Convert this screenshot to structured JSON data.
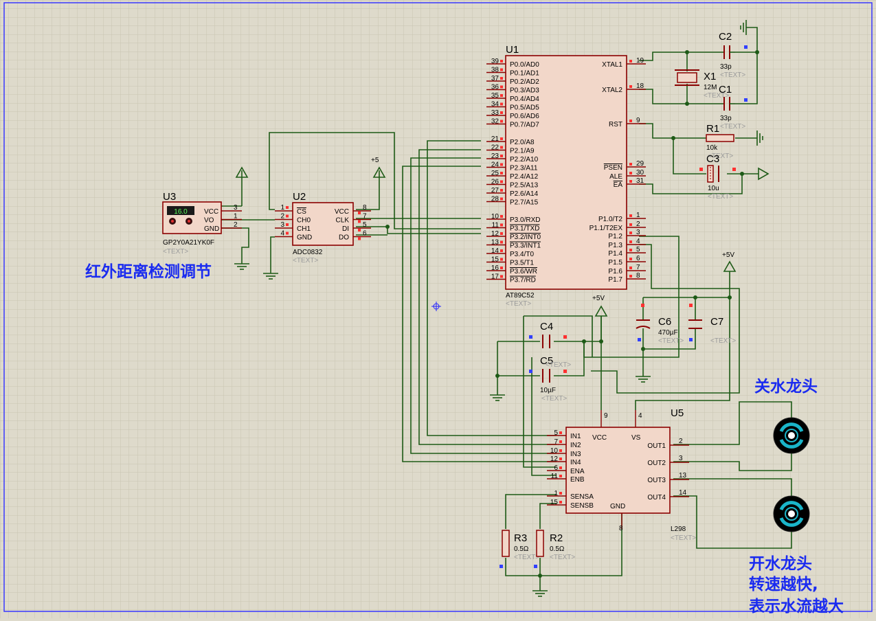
{
  "u1": {
    "ref": "U1",
    "part": "AT89C52",
    "text": "<TEXT>",
    "left_pins": [
      {
        "num": "39",
        "name": "P0.0/AD0"
      },
      {
        "num": "38",
        "name": "P0.1/AD1"
      },
      {
        "num": "37",
        "name": "P0.2/AD2"
      },
      {
        "num": "36",
        "name": "P0.3/AD3"
      },
      {
        "num": "35",
        "name": "P0.4/AD4"
      },
      {
        "num": "34",
        "name": "P0.5/AD5"
      },
      {
        "num": "33",
        "name": "P0.6/AD6"
      },
      {
        "num": "32",
        "name": "P0.7/AD7"
      },
      {
        "num": "21",
        "name": "P2.0/A8"
      },
      {
        "num": "22",
        "name": "P2.1/A9"
      },
      {
        "num": "23",
        "name": "P2.2/A10"
      },
      {
        "num": "24",
        "name": "P2.3/A11"
      },
      {
        "num": "25",
        "name": "P2.4/A12"
      },
      {
        "num": "26",
        "name": "P2.5/A13"
      },
      {
        "num": "27",
        "name": "P2.6/A14"
      },
      {
        "num": "28",
        "name": "P2.7/A15"
      },
      {
        "num": "10",
        "name": "P3.0/RXD"
      },
      {
        "num": "11",
        "name": "P3.1/TXD"
      },
      {
        "num": "12",
        "name": "P3.2/INT0"
      },
      {
        "num": "13",
        "name": "P3.3/INT1"
      },
      {
        "num": "14",
        "name": "P3.4/T0"
      },
      {
        "num": "15",
        "name": "P3.5/T1"
      },
      {
        "num": "16",
        "name": "P3.6/WR"
      },
      {
        "num": "17",
        "name": "P3.7/RD"
      }
    ],
    "right_pins": [
      {
        "num": "19",
        "name": "XTAL1"
      },
      {
        "num": "18",
        "name": "XTAL2"
      },
      {
        "num": "9",
        "name": "RST"
      },
      {
        "num": "29",
        "name": "PSEN"
      },
      {
        "num": "30",
        "name": "ALE"
      },
      {
        "num": "31",
        "name": "EA"
      },
      {
        "num": "1",
        "name": "P1.0/T2"
      },
      {
        "num": "2",
        "name": "P1.1/T2EX"
      },
      {
        "num": "3",
        "name": "P1.2"
      },
      {
        "num": "4",
        "name": "P1.3"
      },
      {
        "num": "5",
        "name": "P1.4"
      },
      {
        "num": "6",
        "name": "P1.5"
      },
      {
        "num": "7",
        "name": "P1.6"
      },
      {
        "num": "8",
        "name": "P1.7"
      }
    ]
  },
  "u2": {
    "ref": "U2",
    "part": "ADC0832",
    "text": "<TEXT>",
    "left_pins": [
      {
        "num": "1",
        "name": "CS"
      },
      {
        "num": "2",
        "name": "CH0"
      },
      {
        "num": "3",
        "name": "CH1"
      },
      {
        "num": "4",
        "name": "GND"
      }
    ],
    "right_pins": [
      {
        "num": "8",
        "name": "VCC"
      },
      {
        "num": "7",
        "name": "CLK"
      },
      {
        "num": "5",
        "name": "DI"
      },
      {
        "num": "6",
        "name": "DO"
      }
    ]
  },
  "u3": {
    "ref": "U3",
    "part": "GP2Y0A21YK0F",
    "text": "<TEXT>",
    "display": "16.0",
    "pins": [
      {
        "num": "3",
        "name": "VCC"
      },
      {
        "num": "1",
        "name": "VO"
      },
      {
        "num": "2",
        "name": "GND"
      }
    ]
  },
  "u5": {
    "ref": "U5",
    "part": "L298",
    "text": "<TEXT>",
    "left_pins": [
      {
        "num": "5",
        "name": "IN1"
      },
      {
        "num": "7",
        "name": "IN2"
      },
      {
        "num": "10",
        "name": "IN3"
      },
      {
        "num": "12",
        "name": "IN4"
      },
      {
        "num": "6",
        "name": "ENA"
      },
      {
        "num": "11",
        "name": "ENB"
      },
      {
        "num": "1",
        "name": "SENSA"
      },
      {
        "num": "15",
        "name": "SENSB"
      }
    ],
    "right_pins": [
      {
        "num": "2",
        "name": "OUT1"
      },
      {
        "num": "3",
        "name": "OUT2"
      },
      {
        "num": "13",
        "name": "OUT3"
      },
      {
        "num": "14",
        "name": "OUT4"
      }
    ],
    "top_pins": [
      {
        "num": "9",
        "name": "VCC"
      },
      {
        "num": "4",
        "name": "VS"
      }
    ],
    "bottom_pins": [
      {
        "num": "8",
        "name": "GND"
      }
    ]
  },
  "components": {
    "c1": {
      "ref": "C1",
      "value": "33p",
      "text": "<TEXT>"
    },
    "c2": {
      "ref": "C2",
      "value": "33p",
      "text": "<TEXT>"
    },
    "c3": {
      "ref": "C3",
      "value": "10u",
      "text": "<TEXT>"
    },
    "c4": {
      "ref": "C4",
      "value": "",
      "text": ""
    },
    "c5": {
      "ref": "C5",
      "value": "10µF",
      "text": "<TEXT>"
    },
    "c4c5_text": "<TEXT>",
    "c6": {
      "ref": "C6",
      "value": "470µF",
      "text": "<TEXT>"
    },
    "c7": {
      "ref": "C7",
      "value": "",
      "text": "<TEXT>"
    },
    "r1": {
      "ref": "R1",
      "value": "10k",
      "text": "<TEXT>"
    },
    "r2": {
      "ref": "R2",
      "value": "0.5Ω",
      "text": "<TEXT>"
    },
    "r3": {
      "ref": "R3",
      "value": "0.5Ω",
      "text": "<TEXT>"
    },
    "x1": {
      "ref": "X1",
      "value": "12M",
      "text": "<TEXT>"
    }
  },
  "power": {
    "plus5_a": "+5",
    "plus5_b": "+5V",
    "plus5_c": "+5V"
  },
  "annotations": {
    "ir_label": "红外距离检测调节",
    "close_tap": "关水龙头",
    "open_tap_1": "开水龙头",
    "open_tap_2": "转速越快,",
    "open_tap_3": "表示水流越大"
  },
  "colors": {
    "background": "#dedacb",
    "wire": "#1d5a16",
    "chip_fill": "#f2d7c9",
    "chip_border": "#8b0000",
    "annotation": "#1a2bf0",
    "motor": "#1ab5c9"
  }
}
